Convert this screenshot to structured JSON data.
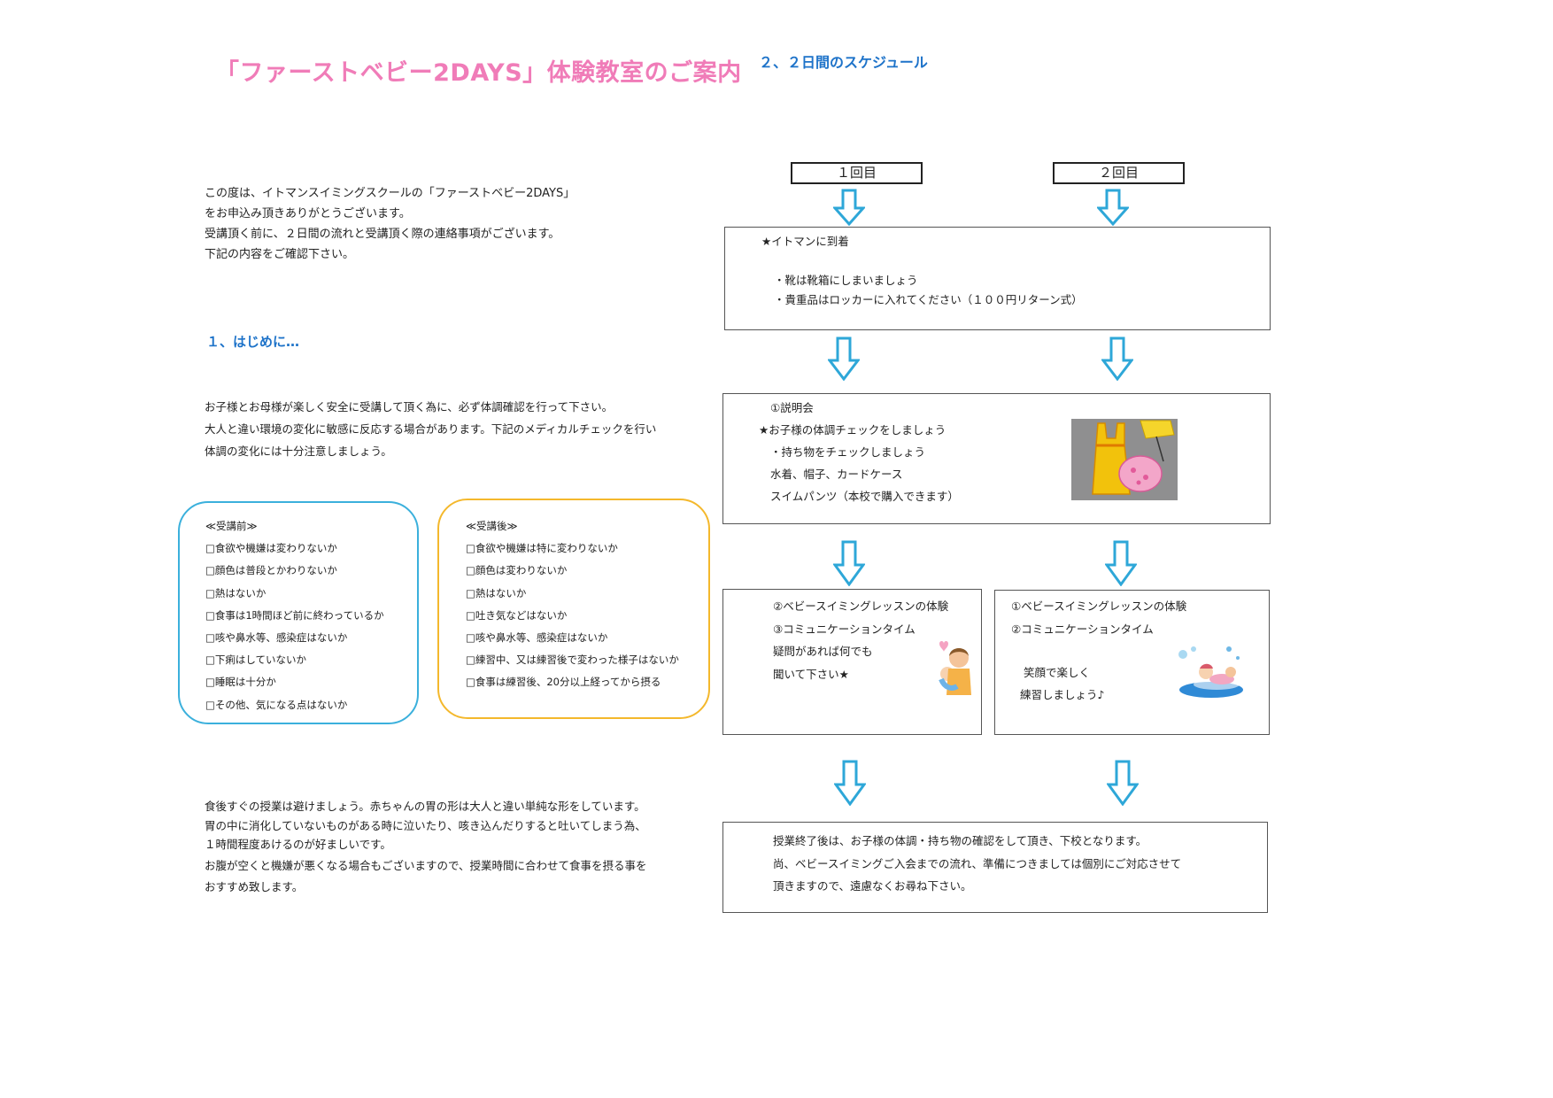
{
  "header": {
    "title": "「ファーストベビー2DAYS」体験教室のご案内",
    "schedule_title": "２、２日間のスケジュール"
  },
  "intro": [
    "この度は、イトマンスイミングスクールの「ファーストベビー2DAYS」",
    "をお申込み頂きありがとうございます。",
    "受講頂く前に、２日間の流れと受講頂く際の連絡事項がございます。",
    "下記の内容をご確認下さい。"
  ],
  "section1": {
    "heading": "１、はじめに…",
    "lines": [
      "お子様とお母様が楽しく安全に受講して頂く為に、必ず体調確認を行って下さい。",
      "大人と違い環境の変化に敏感に反応する場合があります。下記のメディカルチェックを行い",
      "体調の変化には十分注意しましょう。"
    ]
  },
  "checklist_before": {
    "title": "≪受講前≫",
    "items": [
      "□食欲や機嫌は変わりないか",
      "□顔色は普段とかわりないか",
      "□熱はないか",
      "□食事は1時間ほど前に終わっているか",
      "□咳や鼻水等、感染症はないか",
      "□下痢はしていないか",
      "□睡眠は十分か",
      "□その他、気になる点はないか"
    ],
    "border_color": "#3bb0dc"
  },
  "checklist_after": {
    "title": "≪受講後≫",
    "items": [
      "□食欲や機嫌は特に変わりないか",
      "□顔色は変わりないか",
      "□熱はないか",
      "□吐き気などはないか",
      "□咳や鼻水等、感染症はないか",
      "□練習中、又は練習後で変わった様子はないか",
      "□食事は練習後、20分以上経ってから摂る"
    ],
    "border_color": "#f4b82c"
  },
  "notes": [
    "食後すぐの授業は避けましょう。赤ちゃんの胃の形は大人と違い単純な形をしています。",
    "胃の中に消化していないものがある時に泣いたり、咳き込んだりすると吐いてしまう為、",
    "１時間程度あけるのが好ましいです。",
    "お腹が空くと機嫌が悪くなる場合もございますので、授業時間に合わせて食事を摂る事を",
    "おすすめ致します。"
  ],
  "schedule": {
    "day1": "１回目",
    "day2": "２回目",
    "arrival": {
      "heading": "★イトマンに到着",
      "lines": [
        "・靴は靴箱にしまいましょう",
        "・貴重品はロッカーに入れてください（１００円リターン式）"
      ]
    },
    "briefing": {
      "lines": [
        "①説明会",
        "★お子様の体調チェックをしましょう",
        "・持ち物をチェックしましょう",
        "水着、帽子、カードケース",
        "スイムパンツ（本校で購入できます）"
      ]
    },
    "day1_lesson": {
      "lines": [
        "②ベビースイミングレッスンの体験",
        "③コミュニケーションタイム",
        "疑問があれば何でも",
        "聞いて下さい★"
      ]
    },
    "day2_lesson": {
      "lines": [
        "①ベビースイミングレッスンの体験",
        "②コミュニケーションタイム"
      ],
      "sub": [
        "笑顔で楽しく",
        "練習しましょう♪"
      ]
    },
    "closing": {
      "lines": [
        "授業終了後は、お子様の体調・持ち物の確認をして頂き、下校となります。",
        "尚、ベビースイミングご入会までの流れ、準備につきましては個別にご対応させて",
        "頂きますので、遠慮なくお尋ね下さい。"
      ]
    },
    "arrow_color": "#2ea7d8"
  }
}
